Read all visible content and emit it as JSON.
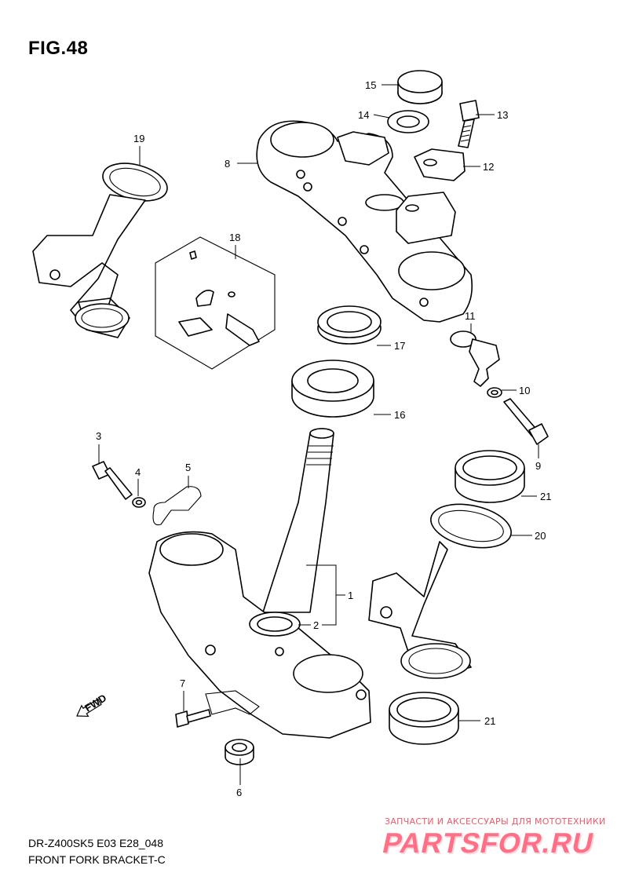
{
  "figure": {
    "title": "FIG.48",
    "model_code": "DR-Z400SK5 E03 E28_048",
    "caption": "FRONT FORK BRACKET-C"
  },
  "watermark": {
    "tagline": "ЗАПЧАСТИ И АКСЕССУАРЫ ДЛЯ МОТОТЕХНИКИ",
    "logo": "PARTSFOR.RU",
    "color": "#ff6f86"
  },
  "fwd_marker": "FWD",
  "callouts": [
    {
      "id": "c1",
      "label": "1"
    },
    {
      "id": "c2",
      "label": "2"
    },
    {
      "id": "c3",
      "label": "3"
    },
    {
      "id": "c4",
      "label": "4"
    },
    {
      "id": "c5",
      "label": "5"
    },
    {
      "id": "c6",
      "label": "6"
    },
    {
      "id": "c7",
      "label": "7"
    },
    {
      "id": "c8",
      "label": "8"
    },
    {
      "id": "c9",
      "label": "9"
    },
    {
      "id": "c10",
      "label": "10"
    },
    {
      "id": "c11",
      "label": "11"
    },
    {
      "id": "c12",
      "label": "12"
    },
    {
      "id": "c13",
      "label": "13"
    },
    {
      "id": "c14",
      "label": "14"
    },
    {
      "id": "c15",
      "label": "15"
    },
    {
      "id": "c16",
      "label": "16"
    },
    {
      "id": "c17",
      "label": "17"
    },
    {
      "id": "c18",
      "label": "18"
    },
    {
      "id": "c19",
      "label": "19"
    },
    {
      "id": "c20",
      "label": "20"
    },
    {
      "id": "c21a",
      "label": "21"
    },
    {
      "id": "c21b",
      "label": "21"
    }
  ]
}
